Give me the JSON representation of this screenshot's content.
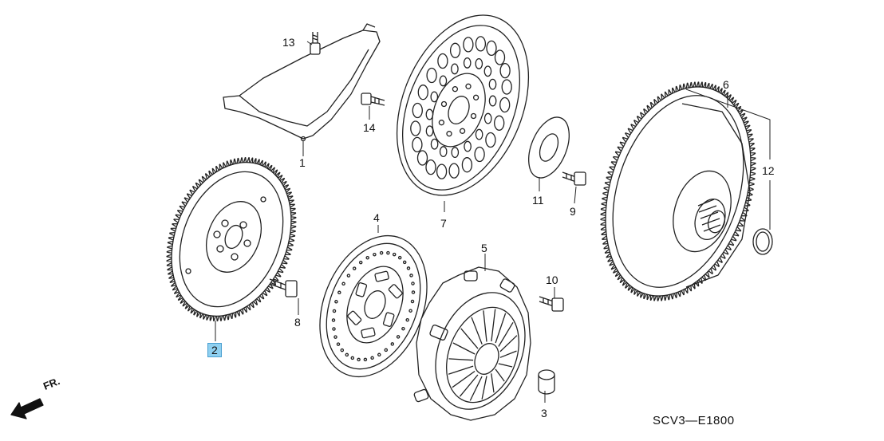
{
  "callouts": [
    {
      "id": "1",
      "label": "1"
    },
    {
      "id": "2",
      "label": "2"
    },
    {
      "id": "3",
      "label": "3"
    },
    {
      "id": "4",
      "label": "4"
    },
    {
      "id": "5",
      "label": "5"
    },
    {
      "id": "6",
      "label": "6"
    },
    {
      "id": "7",
      "label": "7"
    },
    {
      "id": "8",
      "label": "8"
    },
    {
      "id": "9",
      "label": "9"
    },
    {
      "id": "10",
      "label": "10"
    },
    {
      "id": "11",
      "label": "11"
    },
    {
      "id": "12",
      "label": "12"
    },
    {
      "id": "13",
      "label": "13"
    },
    {
      "id": "14",
      "label": "14"
    }
  ],
  "highlighted_callout": "2",
  "highlight_color": "#8fd0f0",
  "direction_label": "FR.",
  "diagram_code": "SCV3—E1800"
}
